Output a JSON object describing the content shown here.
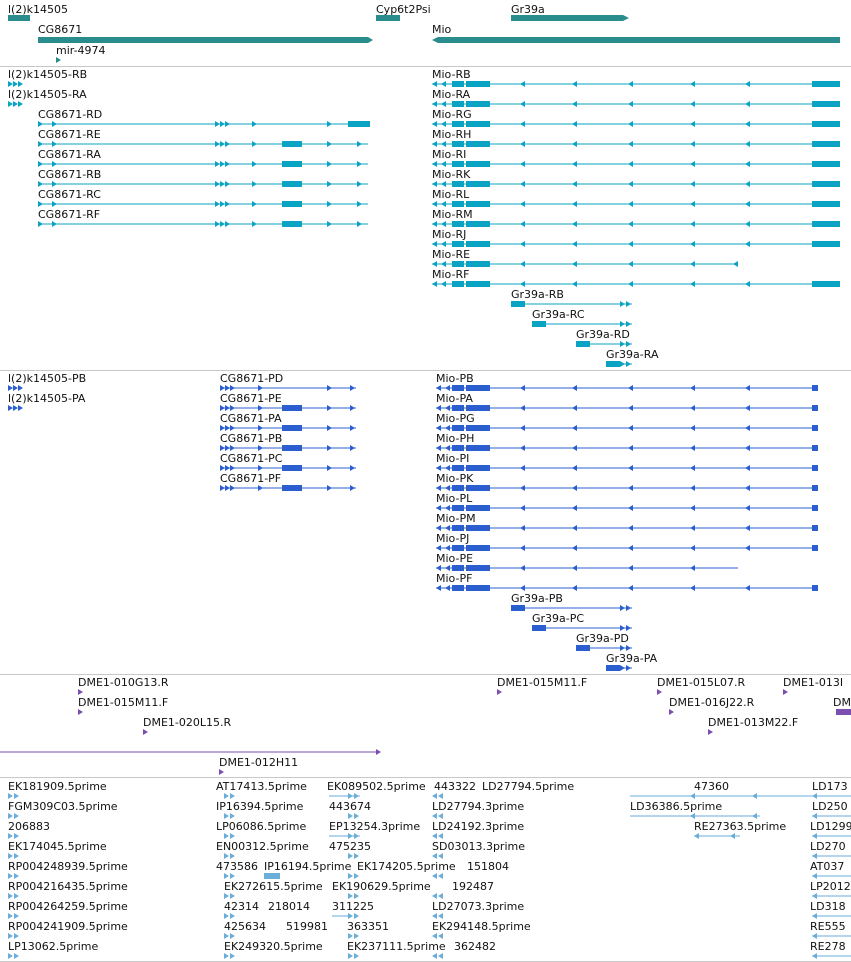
{
  "colors": {
    "gene": "#2a8c8c",
    "transcript": "#0aa3c4",
    "protein": "#2b5fcf",
    "clone": "#7a4fb0",
    "est": "#6aaed9"
  },
  "genes": {
    "l2k14505": "l(2)k14505",
    "cg8671": "CG8671",
    "mir4974": "mir-4974",
    "cyp6t2psi": "Cyp6t2Psi",
    "gr39a": "Gr39a",
    "mio": "Mio"
  },
  "transcripts": {
    "l2_rb": "l(2)k14505-RB",
    "l2_ra": "l(2)k14505-RA",
    "cg": [
      "CG8671-RD",
      "CG8671-RE",
      "CG8671-RA",
      "CG8671-RB",
      "CG8671-RC",
      "CG8671-RF"
    ],
    "mio": [
      "Mio-RB",
      "Mio-RA",
      "Mio-RG",
      "Mio-RH",
      "Mio-RI",
      "Mio-RK",
      "Mio-RL",
      "Mio-RM",
      "Mio-RJ",
      "Mio-RE",
      "Mio-RF"
    ],
    "gr": [
      "Gr39a-RB",
      "Gr39a-RC",
      "Gr39a-RD",
      "Gr39a-RA"
    ]
  },
  "proteins": {
    "l2_pb": "l(2)k14505-PB",
    "l2_pa": "l(2)k14505-PA",
    "cg": [
      "CG8671-PD",
      "CG8671-PE",
      "CG8671-PA",
      "CG8671-PB",
      "CG8671-PC",
      "CG8671-PF"
    ],
    "mio": [
      "Mio-PB",
      "Mio-PA",
      "Mio-PG",
      "Mio-PH",
      "Mio-PI",
      "Mio-PK",
      "Mio-PL",
      "Mio-PM",
      "Mio-PJ",
      "Mio-PE",
      "Mio-PF"
    ],
    "gr": [
      "Gr39a-PB",
      "Gr39a-PC",
      "Gr39a-PD",
      "Gr39a-PA"
    ]
  },
  "clones": [
    "DME1-010G13.R",
    "DME1-015M11.F",
    "DME1-020L15.R",
    "DME1-012H11",
    "DME1-015M11.F",
    "DME1-015L07.R",
    "DME1-016J22.R",
    "DME1-013M22.F",
    "DME1-013I",
    "DM"
  ],
  "ests": {
    "col1": [
      "EK181909.5prime",
      "FGM309C03.5prime",
      "206883",
      "EK174045.5prime",
      "RP004248939.5prime",
      "RP004216435.5prime",
      "RP004264259.5prime",
      "RP004241909.5prime",
      "LP13062.5prime"
    ],
    "col2": [
      "AT17413.5prime",
      "IP16394.5prime",
      "LP06086.5prime",
      "EN00312.5prime",
      "473586",
      "IP16194.5prime",
      "EK272615.5prime",
      "42314",
      "218014",
      "425634",
      "519981",
      "EK249320.5prime"
    ],
    "col3": [
      "EK089502.5prime",
      "443674",
      "EP13254.3prime",
      "475235",
      "EK174205.5prime",
      "EK190629.5prime",
      "311225",
      "363351",
      "EK237111.5prime"
    ],
    "col4": [
      "443322",
      "LD27794.5prime",
      "LD27794.3prime",
      "LD24192.3prime",
      "SD03013.3prime",
      "151804",
      "192487",
      "LD27073.3prime",
      "EK294148.5prime",
      "362482"
    ],
    "col5": [
      "47360",
      "LD36386.5prime",
      "RE27363.5prime"
    ],
    "col6": [
      "LD173",
      "LD250",
      "LD1299",
      "LD270",
      "AT037",
      "LP2012",
      "LD318",
      "RE555",
      "RE278"
    ]
  }
}
